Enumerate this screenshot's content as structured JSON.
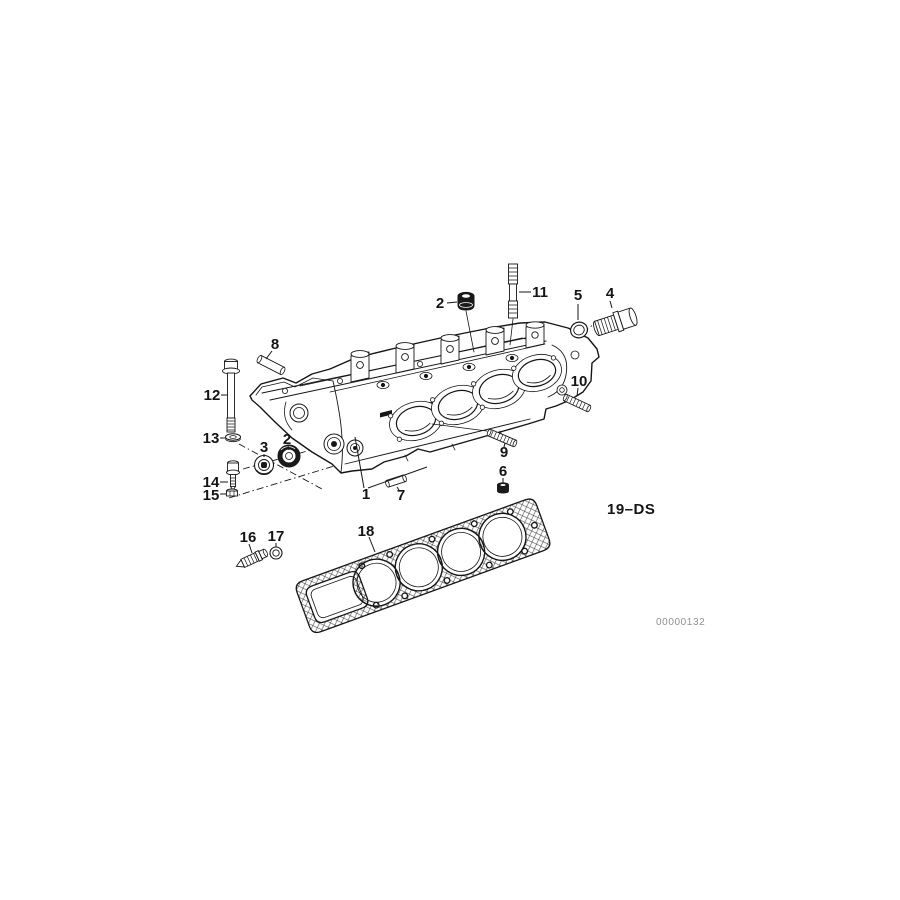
{
  "diagram": {
    "type": "exploded-parts-drawing",
    "subject": "cylinder head with head gasket and fasteners",
    "colors": {
      "background": "#ffffff",
      "line": "#161616",
      "muted_text": "#8f8f8f"
    },
    "codes": {
      "section": "19–DS",
      "document": "00000132"
    },
    "callouts": [
      {
        "key": "2-top",
        "label": "2"
      },
      {
        "key": "11",
        "label": "11"
      },
      {
        "key": "5",
        "label": "5"
      },
      {
        "key": "4",
        "label": "4"
      },
      {
        "key": "8",
        "label": "8"
      },
      {
        "key": "12",
        "label": "12"
      },
      {
        "key": "13",
        "label": "13"
      },
      {
        "key": "3",
        "label": "3"
      },
      {
        "key": "2-front",
        "label": "2"
      },
      {
        "key": "14",
        "label": "14"
      },
      {
        "key": "15",
        "label": "15"
      },
      {
        "key": "1",
        "label": "1"
      },
      {
        "key": "7",
        "label": "7"
      },
      {
        "key": "9",
        "label": "9"
      },
      {
        "key": "6",
        "label": "6"
      },
      {
        "key": "10",
        "label": "10"
      },
      {
        "key": "16",
        "label": "16"
      },
      {
        "key": "17",
        "label": "17"
      },
      {
        "key": "18",
        "label": "18"
      }
    ]
  }
}
